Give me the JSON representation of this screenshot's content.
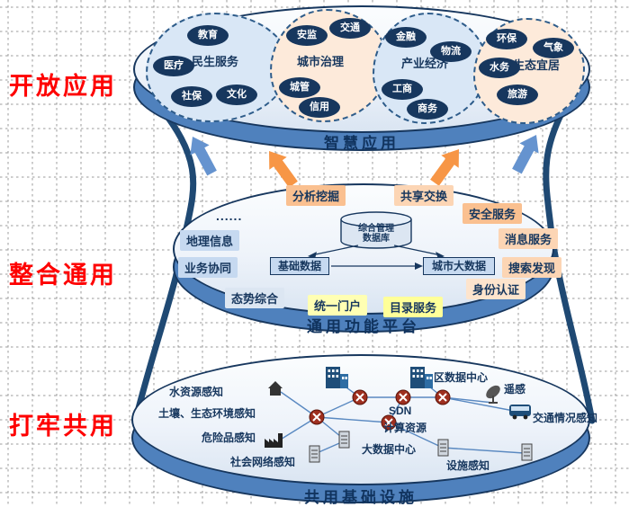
{
  "side_labels": {
    "open_apps": "开放应用",
    "integrate_common": "整合通用",
    "solid_shared": "打牢共用"
  },
  "top_layer": {
    "band_label": "智慧应用",
    "groups": [
      {
        "label": "民生服务",
        "items": [
          "教育",
          "医疗",
          "社保",
          "文化"
        ]
      },
      {
        "label": "城市治理",
        "items": [
          "安监",
          "交通",
          "城管",
          "信用"
        ]
      },
      {
        "label": "产业经济",
        "items": [
          "金融",
          "物流",
          "工商",
          "商务"
        ]
      },
      {
        "label": "生态宜居",
        "items": [
          "环保",
          "气象",
          "水务",
          "旅游"
        ]
      }
    ]
  },
  "middle_layer": {
    "band_label": "通用功能平台",
    "ellipsis": "......",
    "services": [
      "分析挖掘",
      "共享交换",
      "安全服务",
      "消息服务",
      "搜索发现",
      "身份认证",
      "目录服务",
      "统一门户",
      "态势综合",
      "业务协同",
      "地理信息"
    ],
    "database": {
      "cylinder_line1": "综合管理",
      "cylinder_line2": "数据库",
      "left_box": "基础数据",
      "right_box": "城市大数据"
    }
  },
  "bottom_layer": {
    "band_label": "共用基础设施",
    "nodes": [
      "水资源感知",
      "土壤、生态环境感知",
      "危险品感知",
      "社会网络感知",
      "SDN",
      "计算资源",
      "大数据中心",
      "区数据中心",
      "遥感",
      "交通情况感知",
      "设施感知"
    ]
  },
  "colors": {
    "navy": "#17375e",
    "band_blue": "#4f81bd",
    "red_label": "#fe0000",
    "orange_arrow": "#f79646",
    "blue_arrow": "#6593cf",
    "beige_blob": "#fdeada",
    "blue_blob": "#d9e7f6",
    "network_line": "#4a7ebb"
  }
}
